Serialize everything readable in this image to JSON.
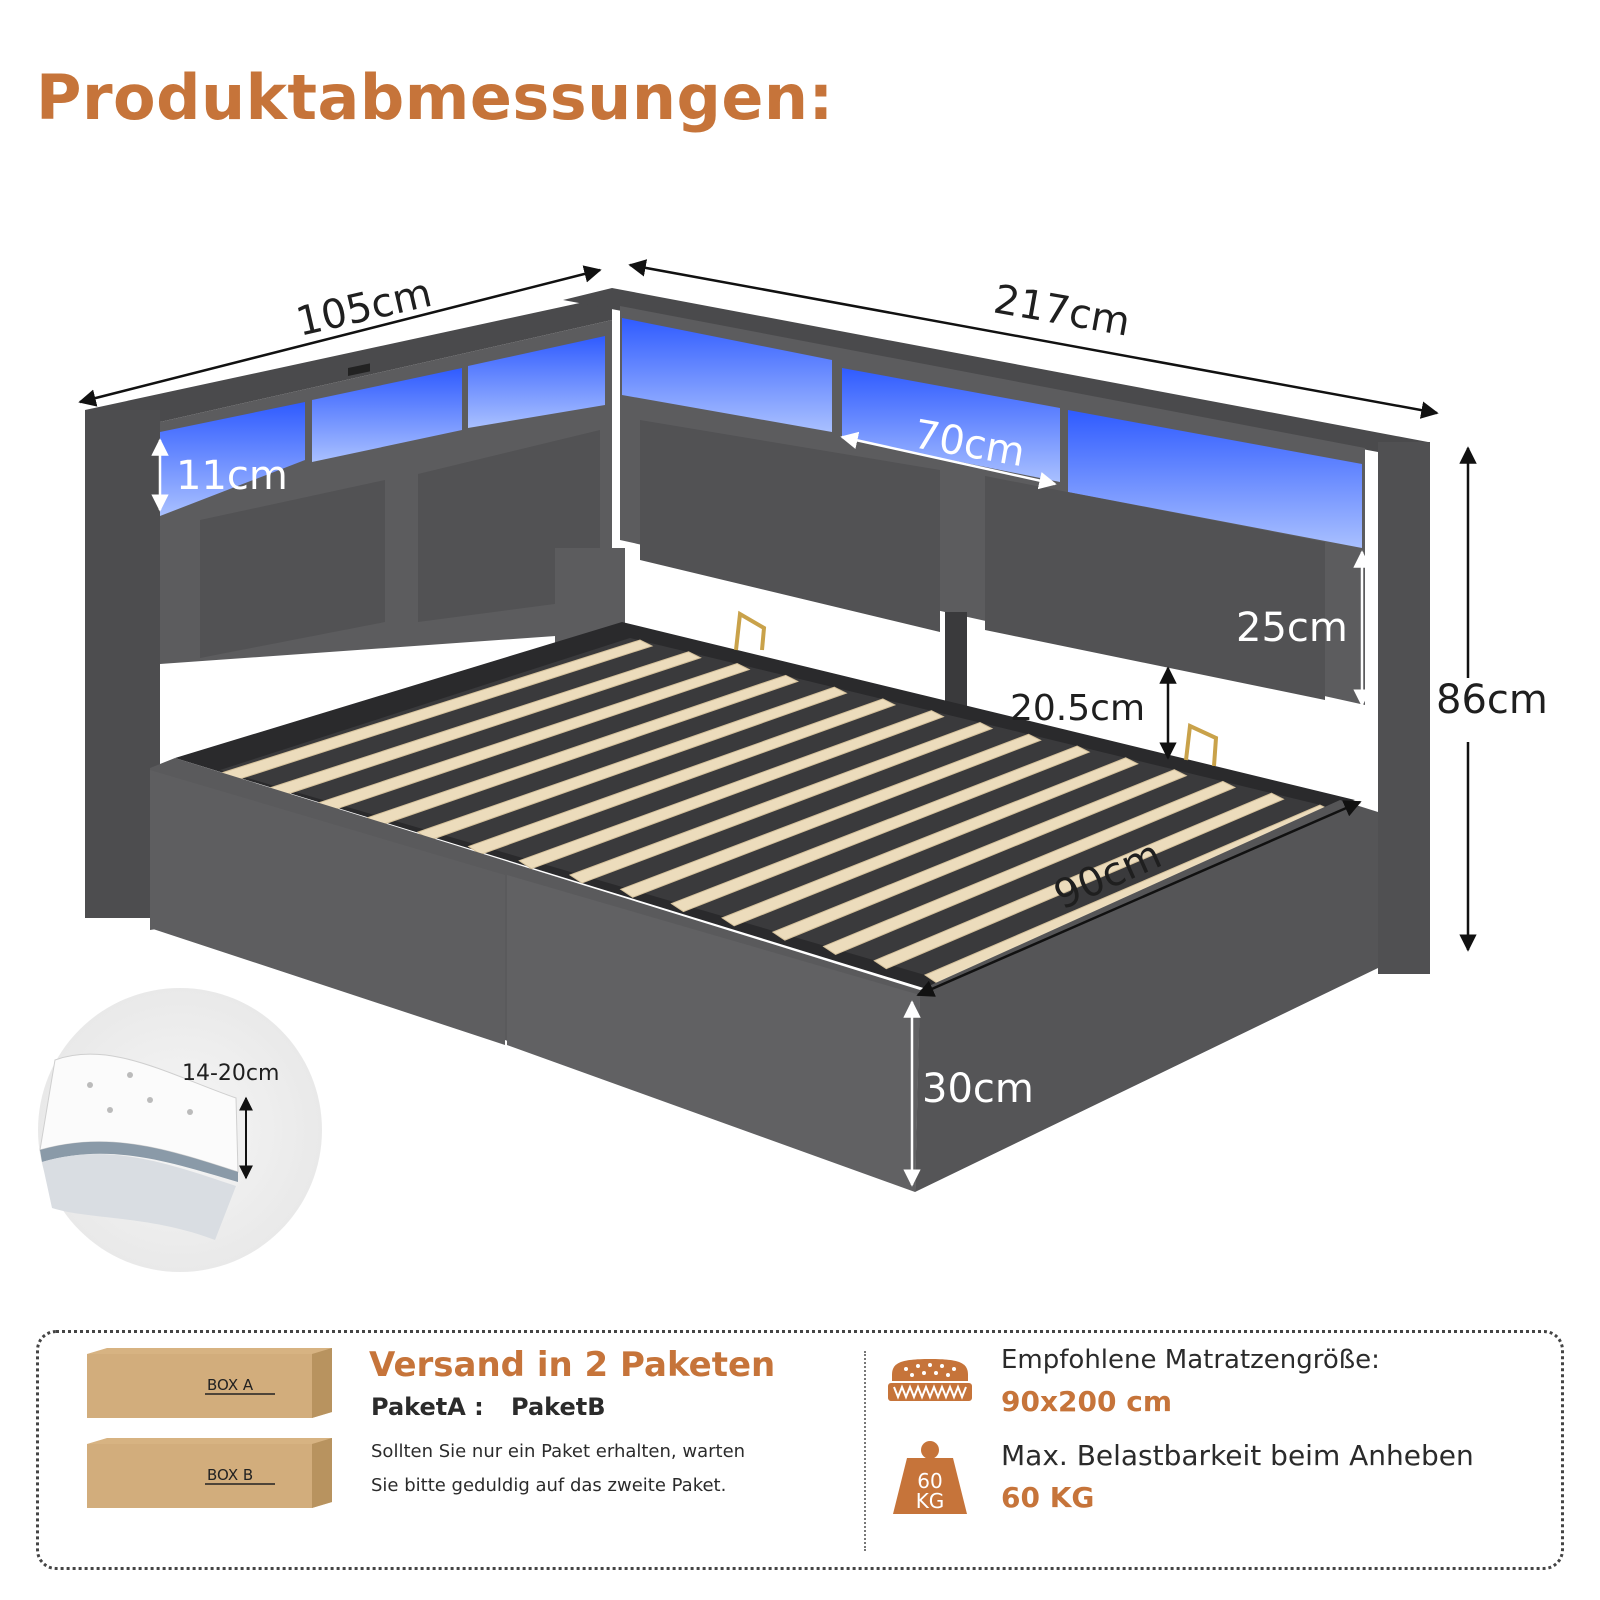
{
  "heading": "Produktabmessungen:",
  "dimensions": {
    "headboard_length": "105cm",
    "side_length": "217cm",
    "shelf_width": "70cm",
    "shelf_height": "11cm",
    "backrest_height": "25cm",
    "total_height": "86cm",
    "slat_clearance": "20.5cm",
    "inner_width": "90cm",
    "frame_height": "30cm",
    "mattress_thickness": "14-20cm"
  },
  "shipping": {
    "title": "Versand in 2 Paketen",
    "box_a": "BOX  A",
    "box_b": "BOX  B",
    "paket_a": "PaketA :",
    "paket_b": "PaketB",
    "note_line1": "Sollten Sie nur ein Paket erhalten, warten",
    "note_line2": "Sie bitte geduldig auf das zweite Paket."
  },
  "specs": {
    "mattress_label": "Empfohlene Matratzengröße:",
    "mattress_value": "90x200 cm",
    "load_label": "Max. Belastbarkeit beim Anheben",
    "load_value": "60 KG",
    "weight_icon_top": "60",
    "weight_icon_bottom": "KG"
  },
  "colors": {
    "accent": "#c6743a",
    "upholstery": "#5a5a5c",
    "led": "#4a7cff",
    "slats": "#ecdcbc",
    "cardboard": "#d2ad7c"
  }
}
